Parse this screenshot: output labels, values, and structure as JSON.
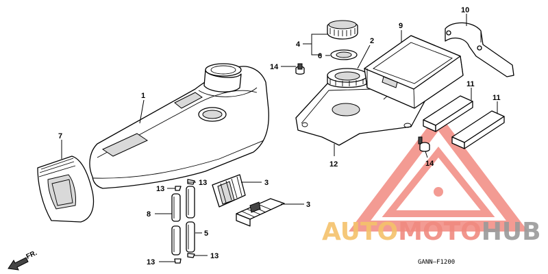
{
  "callouts": {
    "c1": "1",
    "c2": "2",
    "c3a": "3",
    "c3b": "3",
    "c4": "4",
    "c5": "5",
    "c6": "6",
    "c7": "7",
    "c8": "8",
    "c9": "9",
    "c10": "10",
    "c11a": "11",
    "c11b": "11",
    "c12": "12",
    "c13a": "13",
    "c13b": "13",
    "c13c": "13",
    "c13d": "13",
    "c14a": "14",
    "c14b": "14"
  },
  "diagram_code": "GANN–F1200",
  "direction_label": "FR.",
  "watermark": {
    "part1": "AUTO",
    "part2": "MOTO",
    "part3": "HUB",
    "colors": {
      "auto": "#f5c26b",
      "moto": "#f08a80",
      "hub": "#9a9a9a",
      "triangle": "#f07a70"
    }
  }
}
